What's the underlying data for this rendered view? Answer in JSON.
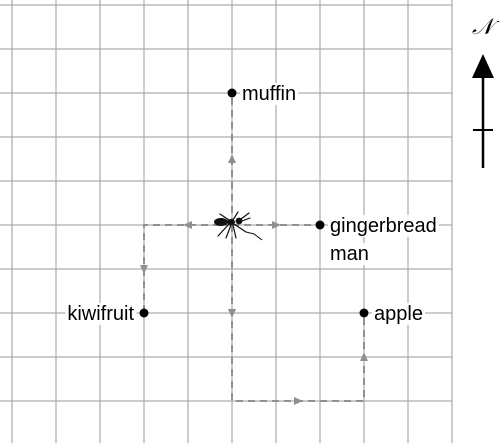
{
  "compass": {
    "label": "𝒩",
    "icon": "north-arrow-icon"
  },
  "creature": {
    "icon": "ant-icon"
  },
  "foods": [
    {
      "id": "muffin",
      "lines": [
        "muffin"
      ],
      "gx": 5,
      "gy": 2,
      "labelSide": "right"
    },
    {
      "id": "gingerbread-man",
      "lines": [
        "gingerbread",
        "man"
      ],
      "gx": 7,
      "gy": 5,
      "labelSide": "right"
    },
    {
      "id": "kiwifruit",
      "lines": [
        "kiwifruit"
      ],
      "gx": 3,
      "gy": 7,
      "labelSide": "left"
    },
    {
      "id": "apple",
      "lines": [
        "apple"
      ],
      "gx": 8,
      "gy": 7,
      "labelSide": "right"
    }
  ],
  "paths": [
    {
      "id": "path-to-muffin",
      "points": [
        [
          5,
          5
        ],
        [
          5,
          2
        ]
      ]
    },
    {
      "id": "path-to-gingerbread-man",
      "points": [
        [
          5,
          5
        ],
        [
          7,
          5
        ]
      ]
    },
    {
      "id": "path-to-kiwifruit",
      "points": [
        [
          5,
          5
        ],
        [
          3,
          5
        ],
        [
          3,
          7
        ]
      ]
    },
    {
      "id": "path-to-apple",
      "points": [
        [
          5,
          5
        ],
        [
          5,
          9
        ],
        [
          8,
          9
        ],
        [
          8,
          7
        ]
      ]
    }
  ],
  "colors": {
    "grid": "#9a9a9a",
    "path": "#909090",
    "point": "#000000"
  }
}
